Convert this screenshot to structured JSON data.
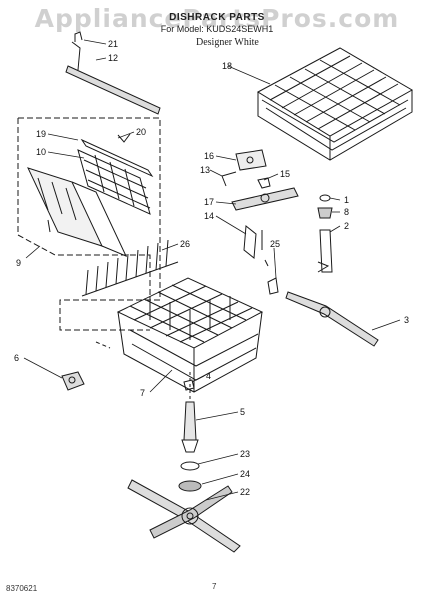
{
  "header": {
    "watermark": "AppliancePartsPros.com",
    "title": "DISHRACK PARTS",
    "subtitle": "For Model: KUDS24SEWH1",
    "model_variant": "Designer White"
  },
  "footer": {
    "doc_number": "8370621",
    "page_number": "7"
  },
  "callouts": [
    "21",
    "12",
    "18",
    "19",
    "20",
    "10",
    "16",
    "13",
    "15",
    "1",
    "8",
    "2",
    "17",
    "14",
    "25",
    "26",
    "9",
    "3",
    "6",
    "7",
    "4",
    "5",
    "23",
    "24",
    "22"
  ],
  "colors": {
    "ink": "#1a1a1a",
    "background": "#ffffff"
  }
}
